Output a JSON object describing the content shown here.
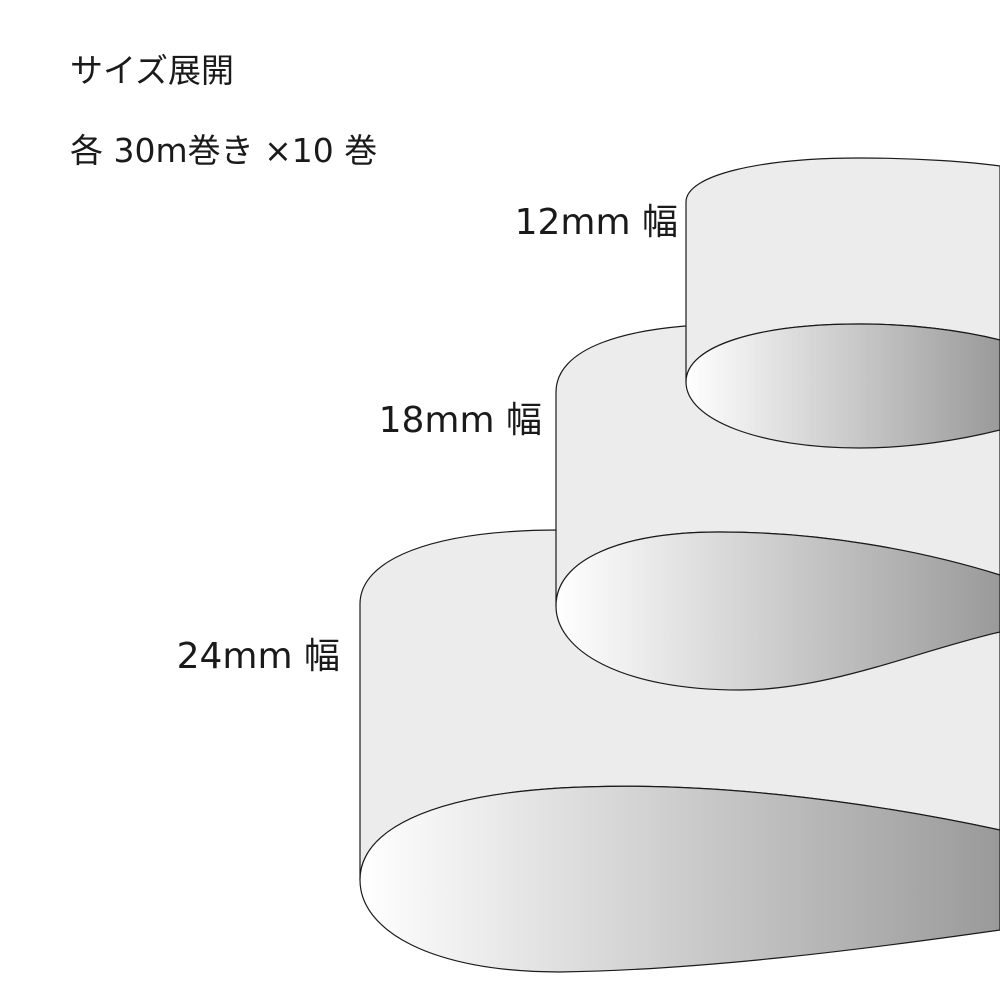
{
  "heading": "サイズ展開",
  "subheading": "各 30m巻き ×10 巻",
  "rolls": [
    {
      "label": "12mm 幅"
    },
    {
      "label": "18mm 幅"
    },
    {
      "label": "24mm 幅"
    }
  ],
  "colors": {
    "outline": "#1a1a1a",
    "ribbon_face": "#ececec",
    "inner_light": "#ffffff",
    "inner_dark": "#9a9a9a"
  }
}
